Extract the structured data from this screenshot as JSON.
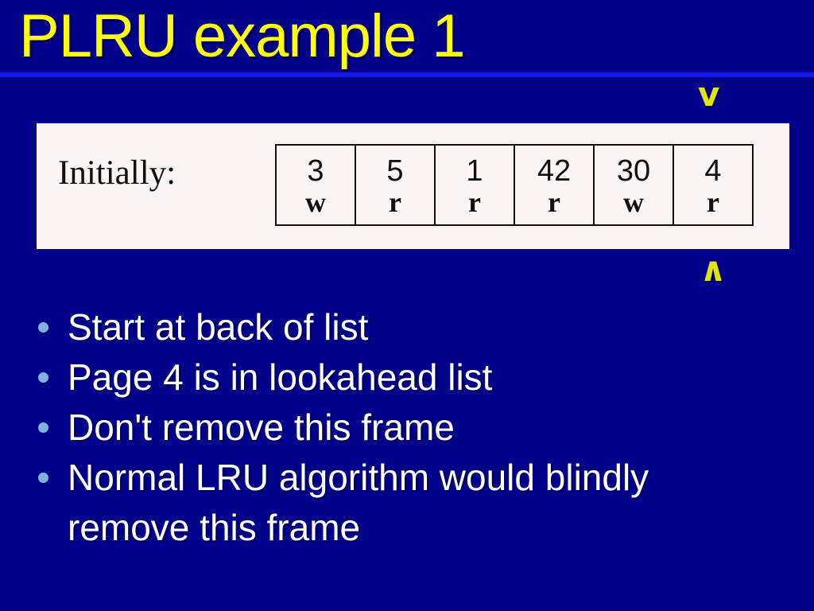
{
  "slide": {
    "title": "PLRU example 1",
    "initially_label": "Initially:",
    "frames": [
      {
        "value": "3",
        "flag": "w"
      },
      {
        "value": "5",
        "flag": "r"
      },
      {
        "value": "1",
        "flag": "r"
      },
      {
        "value": "42",
        "flag": "r"
      },
      {
        "value": "30",
        "flag": "w"
      },
      {
        "value": "4",
        "flag": "r"
      }
    ],
    "pointer_top": "v",
    "pointer_bottom": "∧",
    "bullets": [
      {
        "lines": [
          "Start at back of list"
        ]
      },
      {
        "lines": [
          "Page 4 is in lookahead list"
        ]
      },
      {
        "lines": [
          "Don't remove this frame"
        ]
      },
      {
        "lines": [
          "Normal LRU algorithm would blindly",
          "remove this frame"
        ]
      }
    ],
    "colors": {
      "background": "#01018A",
      "title": "#FFFF00",
      "rule": "#1616E8",
      "panel": "#FAF5F2",
      "bullet_dot": "#7FB2DC",
      "text": "#FFFFFF",
      "marker": "#E3E30E",
      "table_ink": "#111111"
    }
  }
}
